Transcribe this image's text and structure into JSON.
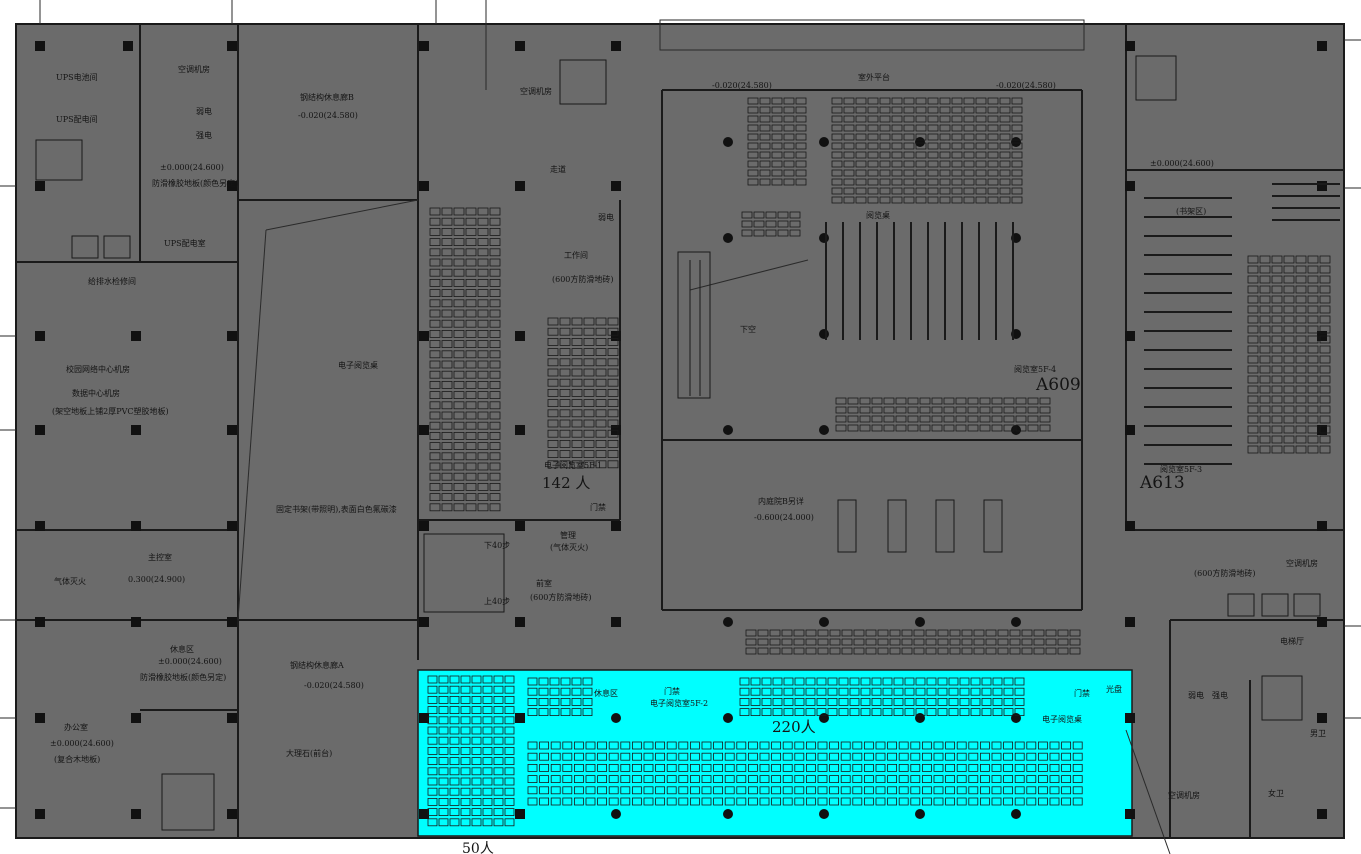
{
  "colors": {
    "floor": "#6b6b6b",
    "line": "#1a1a1a",
    "highlight": "#00ffff",
    "text": "#141414"
  },
  "rooms": {
    "ups_battery": "UPS电池间",
    "ups_distribution": "UPS配电间",
    "ac_room_1": "空调机房",
    "weak_current_1": "弱电",
    "strong_current_1": "强电",
    "elevation_1": "±0.000(24.600)",
    "antistatic_floor_1": "防滑橡胶地板(颜色另定)",
    "steel_lounge_top": "钢结构休息廊B",
    "elevation_lounge_top": "-0.020(24.580)",
    "ac_room_2": "空调机房",
    "outdoor_platform": "室外平台",
    "elevation_platform_l": "-0.020(24.580)",
    "elevation_platform_r": "-0.020(24.580)",
    "corridor": "走道",
    "weak_current_2": "弱电",
    "workroom": "工作间",
    "antislip_tile": "(600方防滑地砖)",
    "reading_desk": "阅览桌",
    "void": "下空",
    "maintenance_room": "给排水检修间",
    "ups_room": "UPS配电室",
    "campus_network": "校园网络中心机房",
    "data_center": "数据中心机房",
    "raised_floor": "(架空地板上铺2厚PVC塑胶地板)",
    "e_reading_desk": "电子阅览桌",
    "e_reading_room_1": "电子阅览室5F-1",
    "e_reading_room_1_count": "142 人",
    "reading_room_4": "阅览室5F-4",
    "room_a609": "A609",
    "reading_room_3": "阅览室5F-3",
    "room_a613": "A613",
    "shelf_area": "(书架区)",
    "fixed_shelf": "固定书架(带照明),表面白色氟碳漆",
    "gas_fire": "气体灭火",
    "main_control": "主控室",
    "elevation_control": "0.300(24.900)",
    "management": "管理",
    "management_sub": "(气体灭火)",
    "front_room": "前室",
    "front_room_sub": "(600方防滑地砖)",
    "atrium": "内庭院B另详",
    "elevation_atrium": "-0.600(24.000)",
    "door_1": "门禁",
    "stairs_down": "下40步",
    "stairs_up": "上40步",
    "ac_room_3": "空调机房",
    "antislip_tile_2": "(600方防滑地砖)",
    "elevator_hall": "电梯厅",
    "steel_lounge_bottom": "钢结构休息廊A",
    "elevation_lounge_bottom": "-0.020(24.580)",
    "rest_area": "休息区",
    "elevation_rest": "±0.000(24.600)",
    "antistatic_floor_2": "防滑橡胶地板(颜色另定)",
    "rest_area_2": "休息区",
    "door_2": "门禁",
    "e_reading_room_2": "电子阅览室5F-2",
    "door_3": "门禁",
    "cd_rack": "光盘",
    "e_reading_desk_2": "电子阅览桌",
    "count_220": "220人",
    "count_50": "50人",
    "office": "办公室",
    "elevation_office": "±0.000(24.600)",
    "composite_floor": "(复合木地板)",
    "marble": "大理石(前台)",
    "weak_current_3": "弱电",
    "strong_current_3": "强电",
    "ac_room_4": "空调机房",
    "female_wc": "女卫",
    "male_wc": "男卫",
    "elevation_right": "±0.000(24.600)"
  }
}
